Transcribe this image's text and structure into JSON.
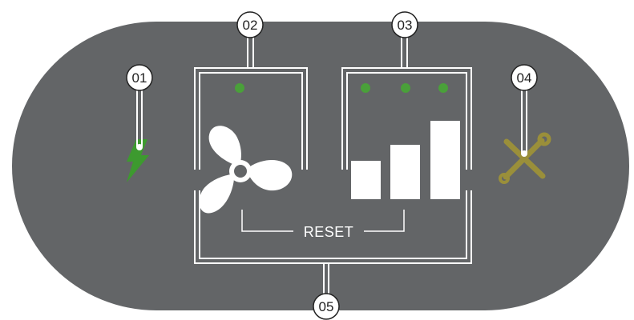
{
  "colors": {
    "panel": "#636567",
    "line": "#ffffff",
    "indicator_green": "#4aa03a",
    "power_icon": "#3d9a2f",
    "tools_icon": "#9a8f3a",
    "callout_fill": "#ffffff",
    "callout_stroke": "#222222"
  },
  "icons": {
    "power": "lightning-bolt-icon",
    "fan": "fan-icon",
    "levels": "signal-bars-icon",
    "service": "wrench-screwdriver-icon"
  },
  "callouts": {
    "c01": "01",
    "c02": "02",
    "c03": "03",
    "c04": "04",
    "c05": "05"
  },
  "panel": {
    "reset_label": "RESET"
  },
  "fan_indicator_count": 1,
  "level_indicator_count": 3,
  "level_bars_count": 3
}
